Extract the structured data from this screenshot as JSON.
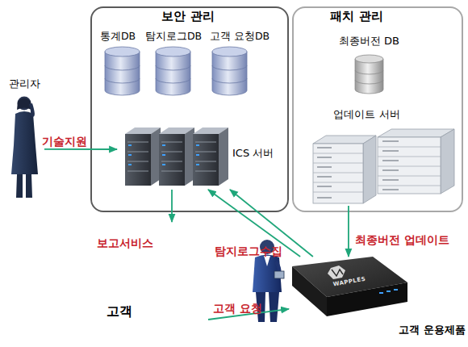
{
  "diagram": {
    "nodes": [
      {
        "text": [
          "관리자"
        ]
      },
      {
        "text": [
          "보안 관리"
        ]
      },
      {
        "text": [
          "통계DB"
        ],
        "in": 1
      },
      {
        "text": [
          "탐지로그DB"
        ],
        "in": 1
      },
      {
        "text": [
          "고객 요청DB"
        ],
        "in": 1
      },
      {
        "text": [
          "ICS 서버"
        ],
        "in": 1
      },
      {
        "text": [
          "패치 관리"
        ]
      },
      {
        "text": [
          "최종버전 DB"
        ],
        "in": 6
      },
      {
        "text": [
          "업데이트 서버"
        ],
        "in": 6
      },
      {
        "text": [
          "고객"
        ]
      },
      {
        "text": [
          "고객 운용제품"
        ]
      }
    ],
    "edges": [
      {
        "from": 0,
        "to": 5,
        "label": "기술지원",
        "arrow": "to"
      },
      {
        "from": 5,
        "to": 9,
        "label": "보고서비스",
        "arrow": "to"
      },
      {
        "from": 10,
        "to": 5,
        "label": "탐지로그수집",
        "arrow": "to"
      },
      {
        "from": 10,
        "to": 5,
        "arrow": "to"
      },
      {
        "from": 8,
        "to": 10,
        "label": "최종버전 업데이트",
        "arrow": "to"
      },
      {
        "from": 9,
        "to": 10,
        "label": "고객 요청",
        "arrow": "to"
      }
    ],
    "labels": [
      "WAPPLES"
    ]
  }
}
